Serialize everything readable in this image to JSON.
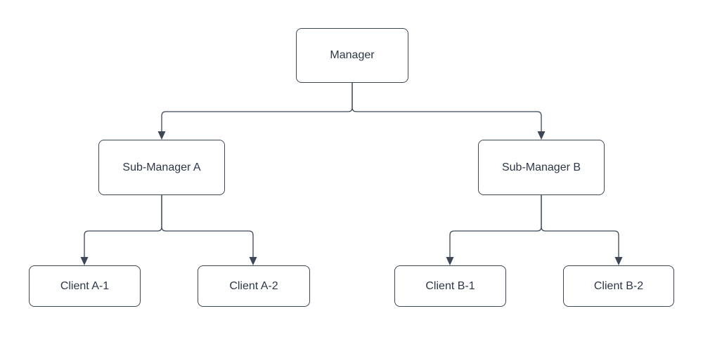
{
  "diagram": {
    "type": "org-chart",
    "background": "#ffffff",
    "colors": {
      "node_fill": "#ffffff",
      "node_border": "#3d4756",
      "connector": "#3d4756",
      "text": "#2d3748"
    },
    "nodes": [
      {
        "id": "manager",
        "label": "Manager"
      },
      {
        "id": "sub-manager-a",
        "label": "Sub-Manager A"
      },
      {
        "id": "sub-manager-b",
        "label": "Sub-Manager B"
      },
      {
        "id": "client-a1",
        "label": "Client A-1"
      },
      {
        "id": "client-a2",
        "label": "Client A-2"
      },
      {
        "id": "client-b1",
        "label": "Client B-1"
      },
      {
        "id": "client-b2",
        "label": "Client B-2"
      }
    ],
    "edges": [
      {
        "from": "Manager",
        "to": "Sub-Manager A",
        "arrow": "filled-triangle"
      },
      {
        "from": "Manager",
        "to": "Sub-Manager B",
        "arrow": "filled-triangle"
      },
      {
        "from": "Sub-Manager A",
        "to": "Client A-1",
        "arrow": "filled-triangle"
      },
      {
        "from": "Sub-Manager A",
        "to": "Client A-2",
        "arrow": "filled-triangle"
      },
      {
        "from": "Sub-Manager B",
        "to": "Client B-1",
        "arrow": "filled-triangle"
      },
      {
        "from": "Sub-Manager B",
        "to": "Client B-2",
        "arrow": "filled-triangle"
      }
    ]
  }
}
